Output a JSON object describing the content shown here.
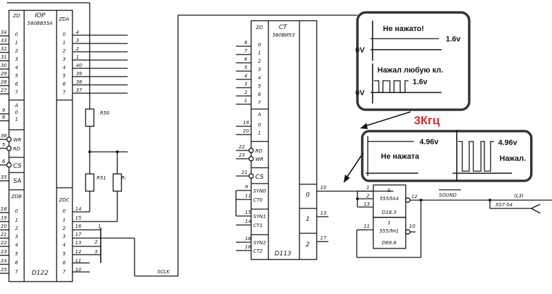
{
  "chip_left": {
    "name": "D122",
    "type": "IOP",
    "part": "580BB55A",
    "zd_header": "ZD",
    "zda_header": "ZDA",
    "zdb_header": "ZDB",
    "zdc_header": "ZDC",
    "zd_bits": [
      "0",
      "1",
      "2",
      "3",
      "4",
      "5",
      "6",
      "7"
    ],
    "zd_pins": [
      "34",
      "33",
      "32",
      "31",
      "30",
      "29",
      "28",
      "27"
    ],
    "a_label": "A",
    "a_bits": [
      "0",
      "1"
    ],
    "a_pins": [
      "9",
      "8"
    ],
    "wr": "WR",
    "wr_pin": "36",
    "rd": "RD",
    "rd_pin": "5",
    "cs": "CS",
    "cs_pin": "6",
    "sa": "SA",
    "sa_pin": "35",
    "zdb_pins": [
      "18",
      "19",
      "20",
      "21",
      "22",
      "23",
      "24",
      "25"
    ],
    "zda_pins": [
      "4",
      "3",
      "2",
      "1",
      "40",
      "39",
      "38",
      "37"
    ],
    "zdc_pins": [
      "14",
      "15",
      "16",
      "17",
      "13",
      "12",
      "11",
      "10"
    ]
  },
  "resistors": [
    "R50",
    "R51",
    "R:"
  ],
  "bus_numbers": [
    "1",
    "2",
    "3"
  ],
  "sclk": "SCLK",
  "chip_mid": {
    "name": "D113",
    "type": "CT",
    "part": "580BИ53",
    "zd_header": "ZD",
    "zd_bits": [
      "0",
      "1",
      "2",
      "3",
      "4",
      "5",
      "6",
      "7"
    ],
    "zd_pins": [
      "8",
      "7",
      "6",
      "5",
      "4",
      "3",
      "2",
      "1"
    ],
    "a_label": "A",
    "a_bits": [
      "0",
      "1"
    ],
    "a_pins": [
      "19",
      "20"
    ],
    "rd": "RD",
    "rd_pin": "22",
    "wr": "WR",
    "wr_pin": "23",
    "cs": "CS",
    "cs_pin": "21",
    "syn0": "SYN0",
    "syn0_pin": "9",
    "ct0": "CT0",
    "ct0_pin": "11",
    "syn1": "SYN1",
    "syn1_pin": "15",
    "ct1": "CT1",
    "ct1_pin": "14",
    "syn2": "SYN2",
    "syn2_pin": "18",
    "ct2": "CT2",
    "ct2_pin": "16",
    "outs": [
      "0",
      "1",
      "2"
    ],
    "out_pins": [
      "10",
      "13",
      "17"
    ]
  },
  "gate1": {
    "symbol": "&",
    "part": "555ЛА4",
    "name": "D18.3",
    "in_pins": [
      "1",
      "2",
      "13"
    ],
    "out_pin": "12"
  },
  "gate2": {
    "symbol": "1",
    "part": "555ЛН1",
    "name": "D69.6",
    "in_pin": "11",
    "out_pin": "10"
  },
  "sound": {
    "label": "SOUND",
    "conn": "XS7·04",
    "line": "(L3)"
  },
  "scope1": {
    "title_off": "Не нажато!",
    "level_off": "1.6v",
    "zero_off": "0V",
    "title_on": "Нажал любую кл.",
    "level_on": "1.6v",
    "zero_on": "0V"
  },
  "freq": "3Кгц",
  "scope2": {
    "off_label": "Не нажата",
    "off_level": "4.96v",
    "on_label": "Нажал.",
    "on_level": "4.96v"
  },
  "colors": {
    "freq": "#d8262c",
    "ink": "#111111"
  }
}
